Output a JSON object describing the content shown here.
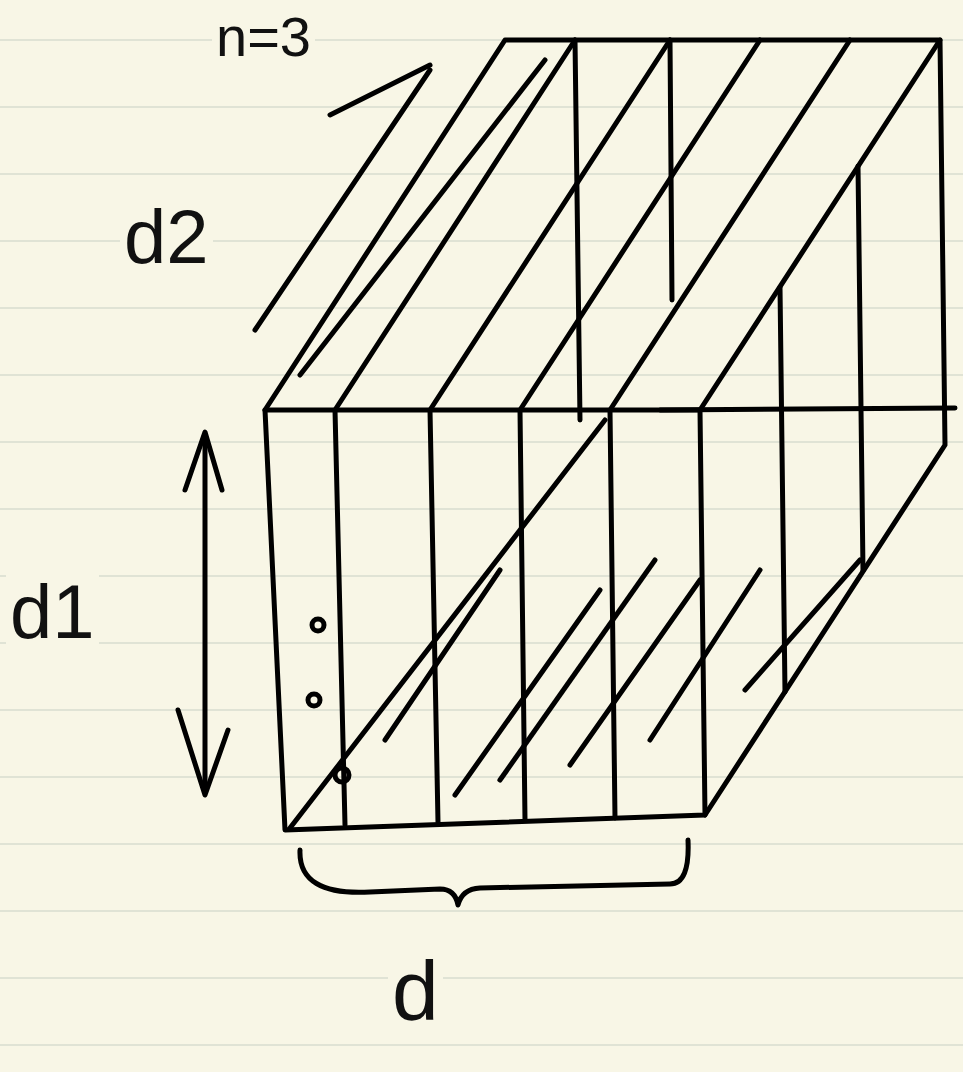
{
  "diagram": {
    "labels": [
      "n=3",
      "d2",
      "d1",
      "d"
    ]
  }
}
